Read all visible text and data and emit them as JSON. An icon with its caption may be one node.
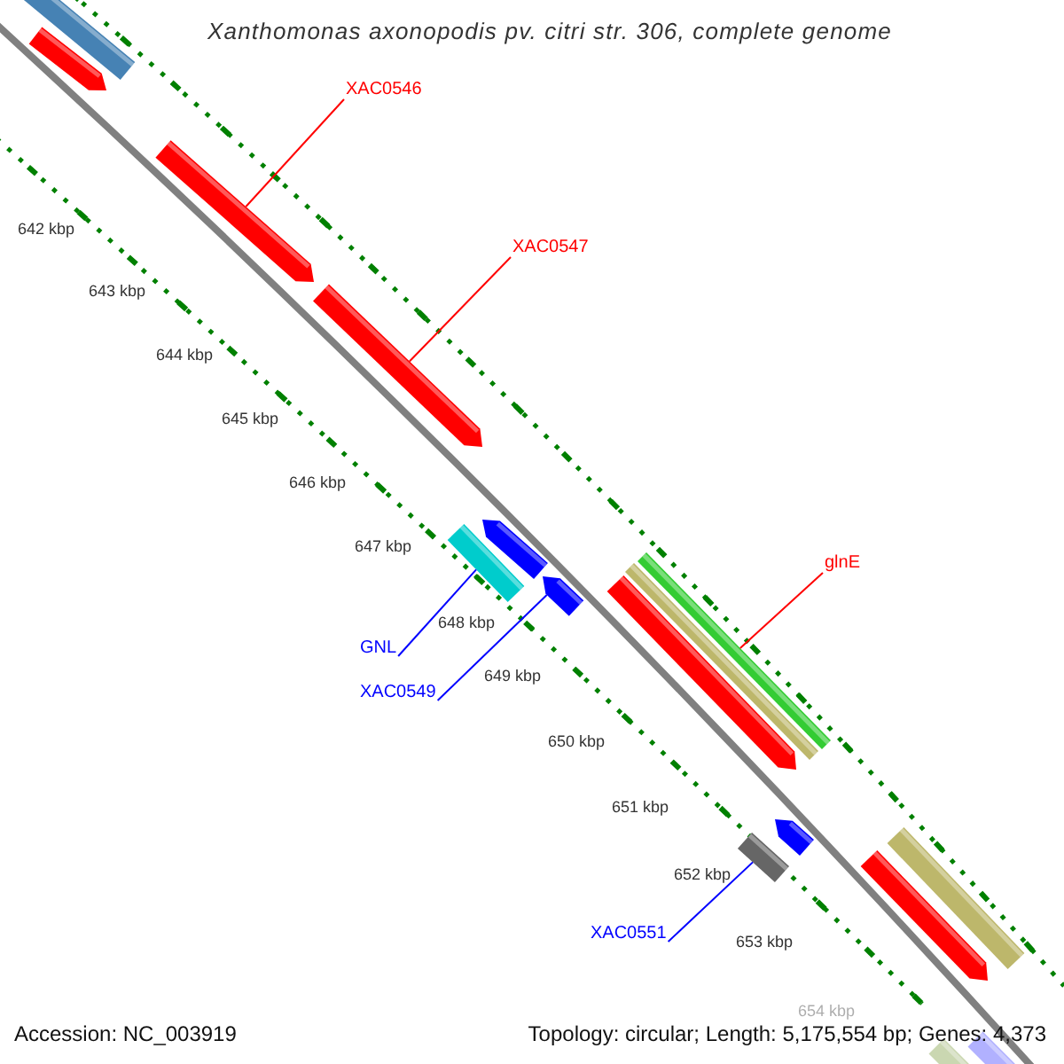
{
  "diagram": {
    "title": "Xanthomonas axonopodis pv. citri str. 306, complete genome",
    "nodes": [
      {
        "text": [
          "XAC0546"
        ]
      },
      {
        "text": [
          "XAC0547"
        ]
      },
      {
        "text": [
          "glnE"
        ]
      },
      {
        "text": [
          "GNL"
        ]
      },
      {
        "text": [
          "XAC0549"
        ]
      },
      {
        "text": [
          "XAC0551"
        ]
      },
      {
        "text": [],
        "shape": "bar"
      },
      {
        "text": [],
        "shape": "arrow"
      },
      {
        "text": [],
        "shape": "arrow"
      },
      {
        "text": [],
        "shape": "arrow"
      },
      {
        "text": [],
        "shape": "bar"
      },
      {
        "text": [],
        "shape": "arrow"
      },
      {
        "text": [],
        "shape": "arrow"
      },
      {
        "text": [],
        "shape": "arrow"
      },
      {
        "text": [],
        "shape": "bar"
      },
      {
        "text": [],
        "shape": "bar"
      },
      {
        "text": [],
        "shape": "bar"
      },
      {
        "text": [],
        "shape": "arrow"
      },
      {
        "text": [],
        "shape": "arrow"
      },
      {
        "text": [],
        "shape": "bar"
      },
      {
        "text": [],
        "shape": "bar"
      },
      {
        "text": [],
        "shape": "bar"
      }
    ],
    "edges": [
      {
        "from": 0,
        "to": 8,
        "arrow": "none",
        "color": "#ff0000"
      },
      {
        "from": 1,
        "to": 9,
        "arrow": "none",
        "color": "#ff0000"
      },
      {
        "from": 2,
        "to": 15,
        "arrow": "none",
        "color": "#ff0000"
      },
      {
        "from": 3,
        "to": 10,
        "arrow": "none",
        "color": "#0000ff"
      },
      {
        "from": 4,
        "to": 12,
        "arrow": "none",
        "color": "#0000ff"
      },
      {
        "from": 5,
        "to": 16,
        "arrow": "none",
        "color": "#0000ff"
      }
    ],
    "labels": [
      "642 kbp",
      "643 kbp",
      "644 kbp",
      "645 kbp",
      "646 kbp",
      "647 kbp",
      "648 kbp",
      "649 kbp",
      "650 kbp",
      "651 kbp",
      "652 kbp",
      "653 kbp",
      "654 kbp",
      "Accession: NC_003919",
      "Topology: circular; Length: 5,175,554 bp; Genes: 4,373"
    ]
  }
}
